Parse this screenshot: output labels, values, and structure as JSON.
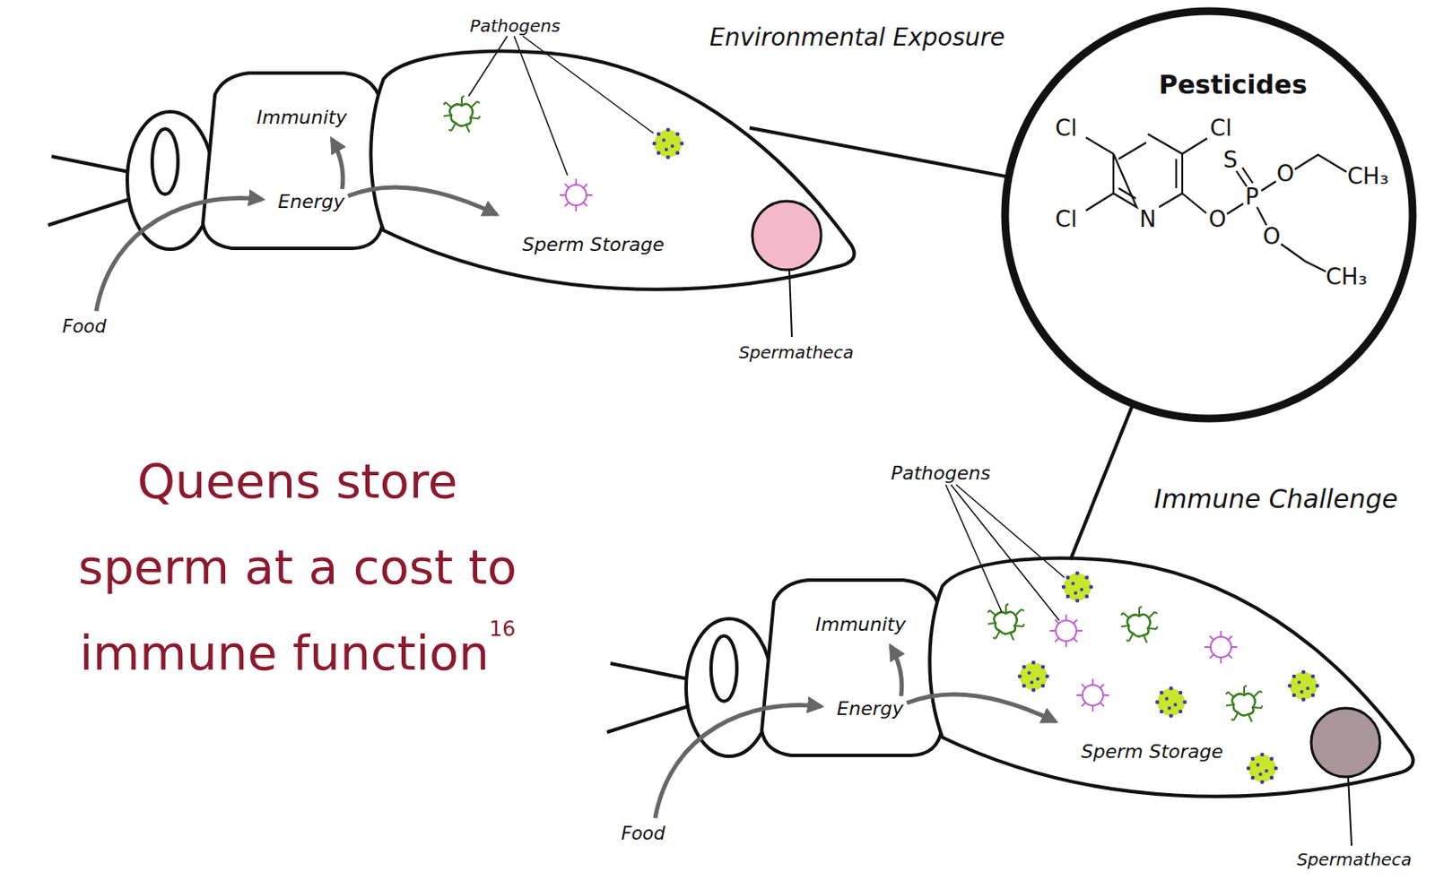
{
  "diagram": {
    "nodes": [
      {
        "text": [
          "Immunity",
          "Energy"
        ]
      },
      {
        "text": [
          "Sperm Storage"
        ]
      },
      {
        "text": [
          "Pesticides"
        ]
      },
      {
        "text": [
          "Immunity",
          "Energy"
        ]
      },
      {
        "text": [
          "Sperm Storage"
        ]
      }
    ],
    "edges": [
      {
        "from": 0,
        "to": 1,
        "arrow": "to"
      },
      {
        "from": 2,
        "to": 1,
        "arrow": "none"
      },
      {
        "from": 2,
        "to": 4,
        "arrow": "none"
      },
      {
        "from": 3,
        "to": 4,
        "arrow": "to"
      }
    ],
    "labels": [
      "Pathogens",
      "Environmental Exposure",
      "Food",
      "Spermatheca",
      "Queens store sperm at a cost to immune function",
      "16",
      "Pathogens",
      "Immune Challenge",
      "Food",
      "Spermatheca",
      "Cl",
      "Cl",
      "Cl",
      "N",
      "S",
      "P",
      "O",
      "O",
      "O",
      "CH₃",
      "CH₃"
    ]
  }
}
